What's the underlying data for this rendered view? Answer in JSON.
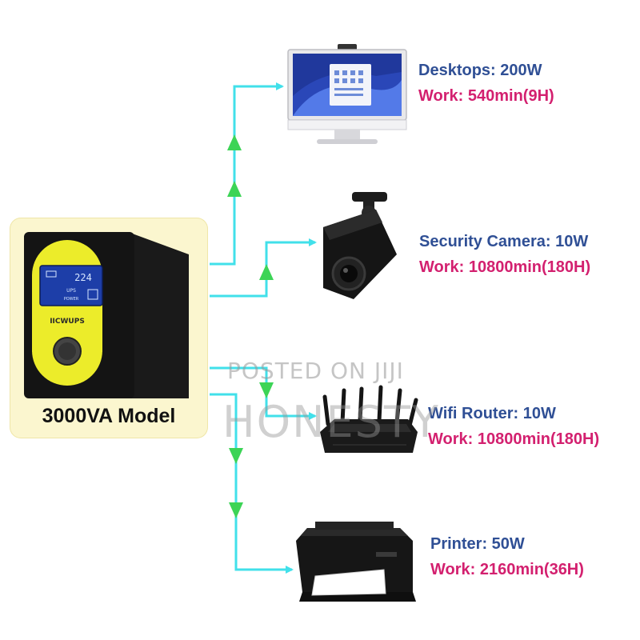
{
  "model": {
    "label": "3000VA Model"
  },
  "ups": {
    "brand": "IICWUPS",
    "screen_reading": "224",
    "screen_label_1": "UPS",
    "screen_label_2": "POWER"
  },
  "devices": [
    {
      "name": "Desktops: 200W",
      "work": "Work: 540min(9H)"
    },
    {
      "name": "Security Camera: 10W",
      "work": "Work: 10800min(180H)"
    },
    {
      "name": "Wifi Router: 10W",
      "work": "Work: 10800min(180H)"
    },
    {
      "name": "Printer: 50W",
      "work": "Work: 2160min(36H)"
    }
  ],
  "watermark": {
    "line1": "POSTED ON JIJI",
    "line2": "HONESTY"
  },
  "colors": {
    "wire": "#41e0ea",
    "name_text": "#2f4f95",
    "work_text": "#d3206f",
    "arrow": "#3cd456",
    "ups_body": "#111111",
    "ups_panel": "#ecec2a",
    "ups_card": "#fbf6cf"
  }
}
